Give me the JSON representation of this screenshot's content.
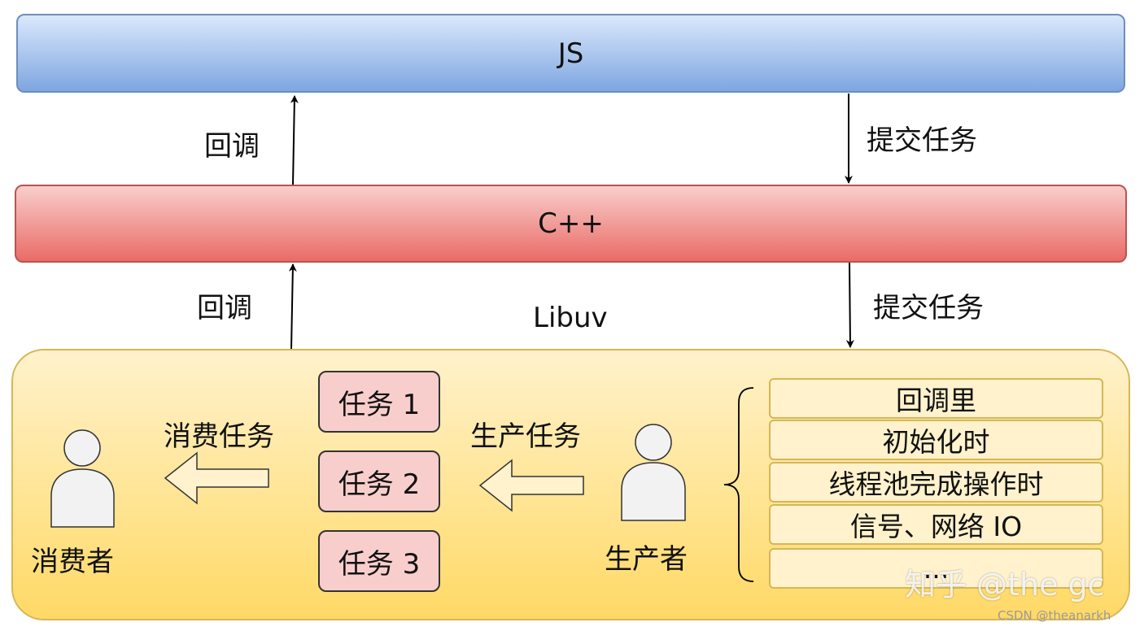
{
  "layers": {
    "js": "JS",
    "cpp": "C++",
    "libuv": "Libuv"
  },
  "edges": {
    "callback_js": "回调",
    "submit_js": "提交任务",
    "callback_cpp": "回调",
    "submit_cpp": "提交任务"
  },
  "libuv_area": {
    "consume_label": "消费任务",
    "produce_label": "生产任务",
    "consumer": "消费者",
    "producer": "生产者",
    "tasks": [
      "任务 1",
      "任务 2",
      "任务 3"
    ],
    "sources": [
      "回调里",
      "初始化时",
      "线程池完成操作时",
      "信号、网络 IO",
      "..."
    ]
  },
  "watermark": "知乎 @the gc",
  "credit": "CSDN @theanarkh"
}
